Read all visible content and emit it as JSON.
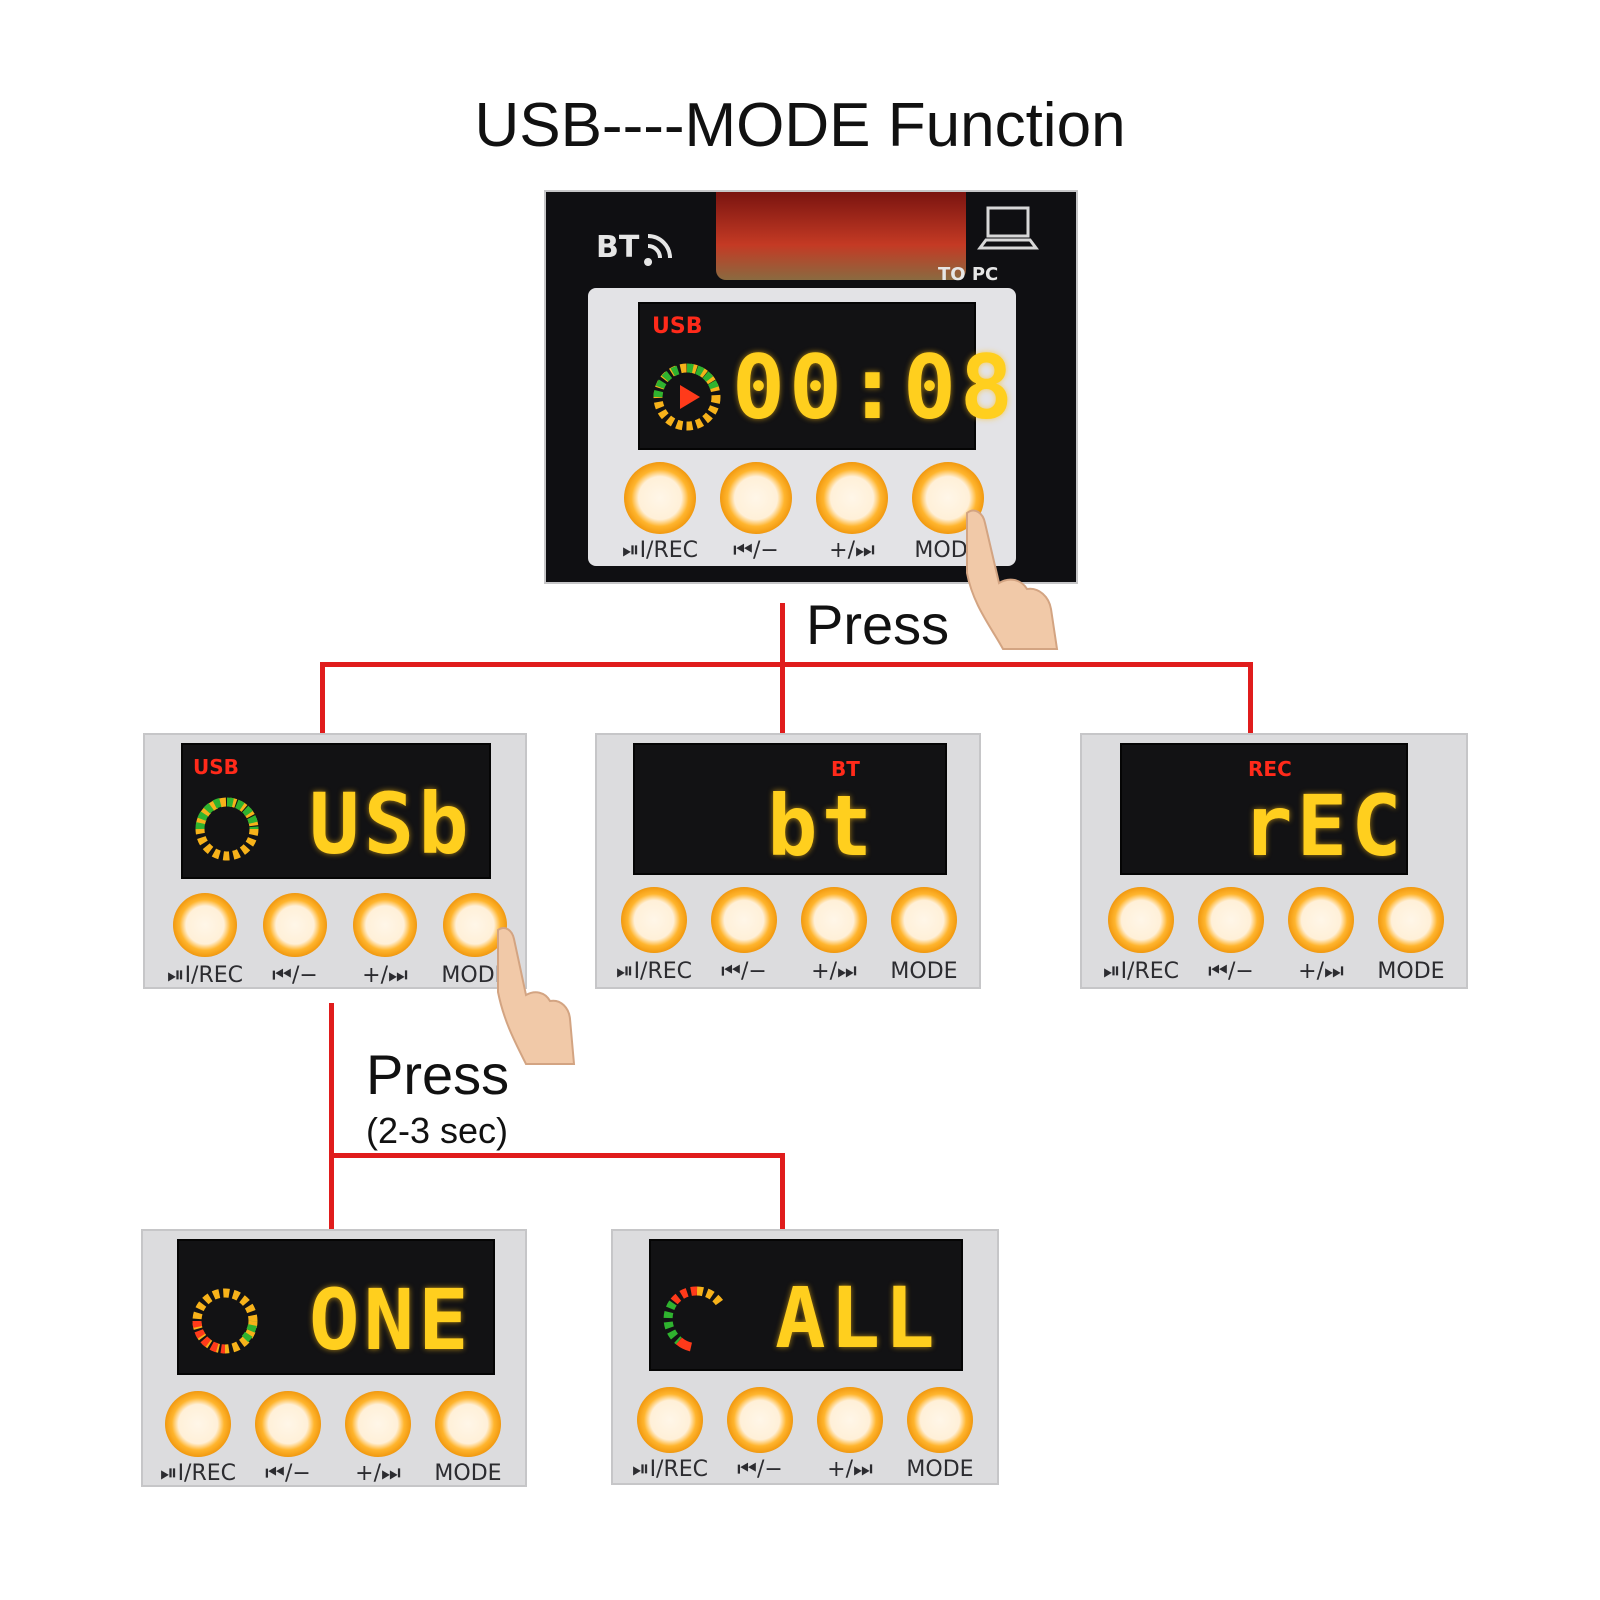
{
  "title": "USB----MODE Function",
  "press_label": "Press",
  "press_duration": "(2-3 sec)",
  "top_header": {
    "bt": "BT",
    "to_pc": "TO PC"
  },
  "button_labels": [
    "⏯I/REC",
    "⏮/−",
    "+/⏭",
    "MODE"
  ],
  "colors": {
    "wire": "#e01c1c",
    "segment": "#ffcf1e",
    "indicator": "#ff2a1a",
    "button": "#f5a623"
  },
  "panels": {
    "top": {
      "indicator": "USB",
      "display": "00:08"
    },
    "usb": {
      "indicator": "USB",
      "display": "USb"
    },
    "bt": {
      "indicator": "BT",
      "display": "bt"
    },
    "rec": {
      "indicator": "REC",
      "display": "rEC"
    },
    "one": {
      "indicator": "",
      "display": "ONE"
    },
    "all": {
      "indicator": "",
      "display": "ALL"
    }
  }
}
